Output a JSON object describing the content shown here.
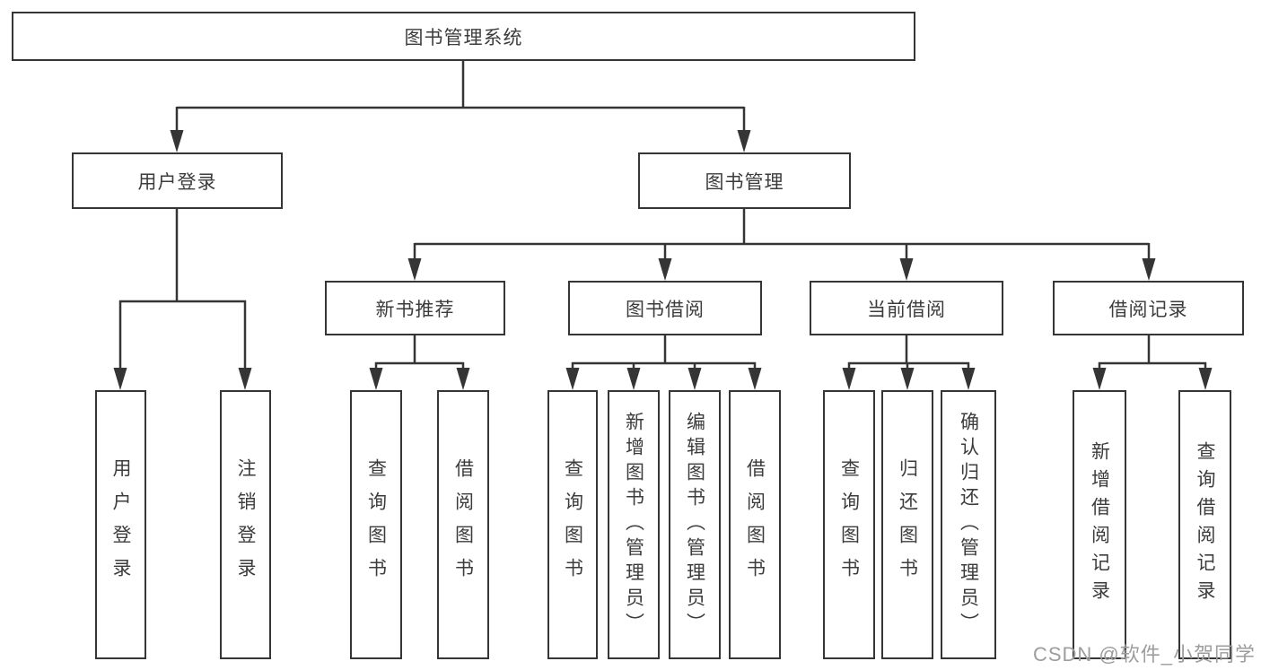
{
  "tree": {
    "label": "图书管理系统",
    "children": [
      {
        "label": "用户登录",
        "children": [
          {
            "label": "用户登录"
          },
          {
            "label": "注销登录"
          }
        ]
      },
      {
        "label": "图书管理",
        "children": [
          {
            "label": "新书推荐",
            "children": [
              {
                "label": "查询图书"
              },
              {
                "label": "借阅图书"
              }
            ]
          },
          {
            "label": "图书借阅",
            "children": [
              {
                "label": "查询图书"
              },
              {
                "label": "新增图书（管理员）"
              },
              {
                "label": "编辑图书（管理员）"
              },
              {
                "label": "借阅图书"
              }
            ]
          },
          {
            "label": "当前借阅",
            "children": [
              {
                "label": "查询图书"
              },
              {
                "label": "归还图书"
              },
              {
                "label": "确认归还（管理员）"
              }
            ]
          },
          {
            "label": "借阅记录",
            "children": [
              {
                "label": "新增借阅记录"
              },
              {
                "label": "查询借阅记录"
              }
            ]
          }
        ]
      }
    ]
  },
  "watermark": {
    "text": "CSDN @软件_小贺同学"
  },
  "colors": {
    "line": "#353535",
    "box_border": "#353535",
    "text": "#3c3c3c",
    "watermark_text": "#9d9d9d",
    "background": "#ffffff"
  }
}
